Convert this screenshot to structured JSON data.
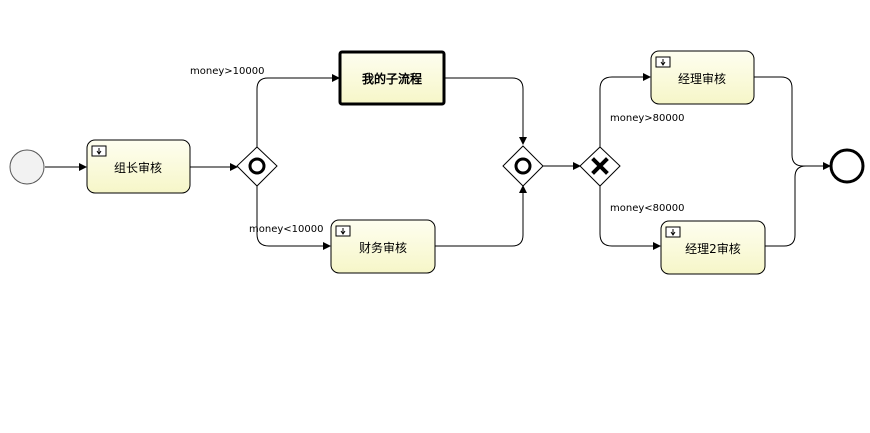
{
  "diagram": {
    "tasks": {
      "group_leader": "组长审核",
      "finance": "财务审核",
      "manager": "经理审核",
      "manager2": "经理2审核"
    },
    "subprocess": "我的子流程",
    "conditions": {
      "money_gt_10000": "money>10000",
      "money_lt_10000": "money<10000",
      "money_gt_80000": "money>80000",
      "money_lt_80000": "money<80000"
    },
    "colors": {
      "task_fill_top": "#fdfde8",
      "task_fill_bottom": "#f6f6c6",
      "stroke": "#000000",
      "start_fill": "#f2f2f2"
    }
  }
}
